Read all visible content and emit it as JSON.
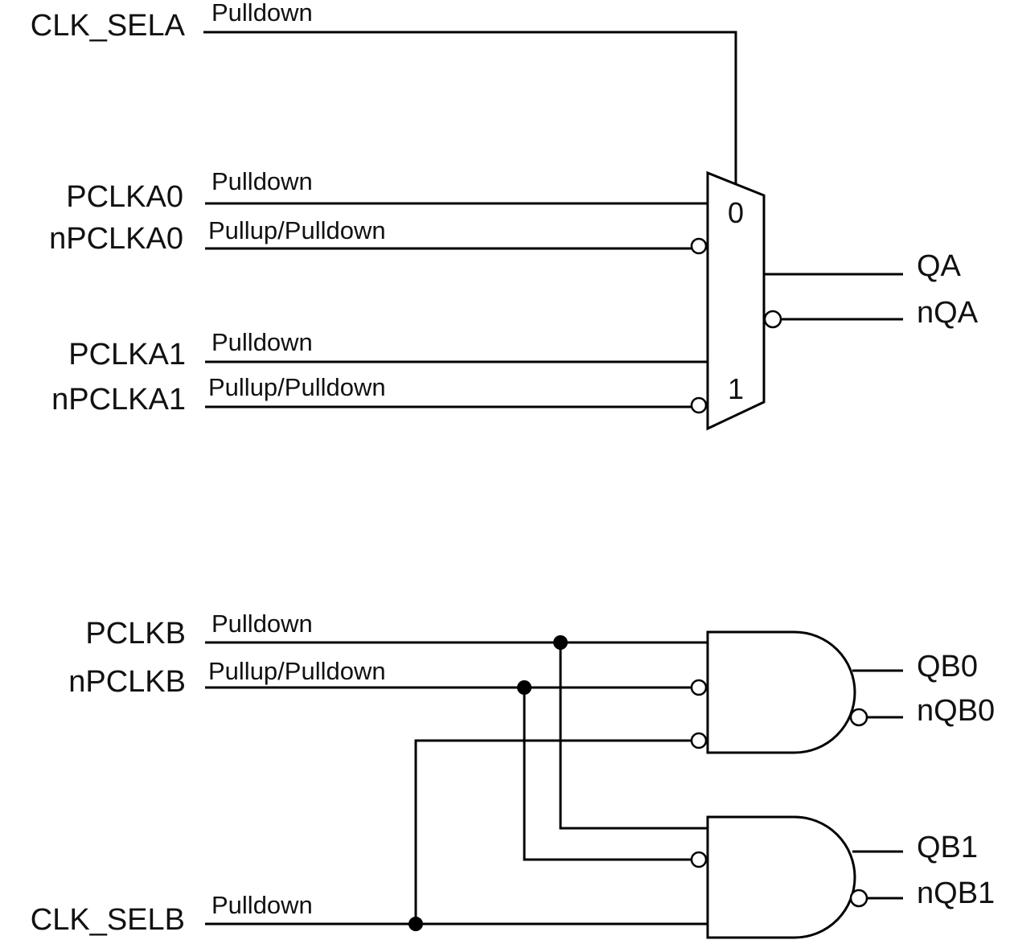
{
  "inputs": {
    "clk_sela": {
      "name": "CLK_SELA",
      "pull": "Pulldown"
    },
    "pclka0": {
      "name": "PCLKA0",
      "pull": "Pulldown"
    },
    "npclka0": {
      "name": "nPCLKA0",
      "pull": "Pullup/Pulldown"
    },
    "pclka1": {
      "name": "PCLKA1",
      "pull": "Pulldown"
    },
    "npclka1": {
      "name": "nPCLKA1",
      "pull": "Pullup/Pulldown"
    },
    "pclkb": {
      "name": "PCLKB",
      "pull": "Pulldown"
    },
    "npclkb": {
      "name": "nPCLKB",
      "pull": "Pullup/Pulldown"
    },
    "clk_selb": {
      "name": "CLK_SELB",
      "pull": "Pulldown"
    }
  },
  "mux": {
    "input0_label": "0",
    "input1_label": "1"
  },
  "outputs": {
    "qa": "QA",
    "nqa": "nQA",
    "qb0": "QB0",
    "nqb0": "nQB0",
    "qb1": "QB1",
    "nqb1": "nQB1"
  }
}
